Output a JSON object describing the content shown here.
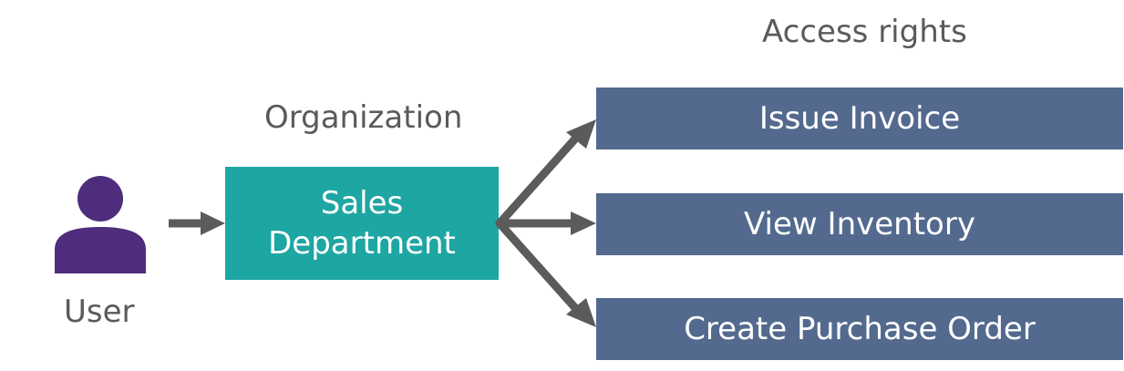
{
  "labels": {
    "access_rights": "Access rights",
    "organization": "Organization",
    "user": "User"
  },
  "organization_box": {
    "line1": "Sales",
    "line2": "Department"
  },
  "access_rights": [
    "Issue Invoice",
    "View Inventory",
    "Create Purchase Order"
  ],
  "colors": {
    "user_icon": "#4e2d7c",
    "organization_box": "#1ea6a3",
    "access_box": "#536a8e",
    "arrow": "#5b5b5b",
    "label_text": "#5a5a5a"
  },
  "icons": {
    "user": "person-icon"
  }
}
